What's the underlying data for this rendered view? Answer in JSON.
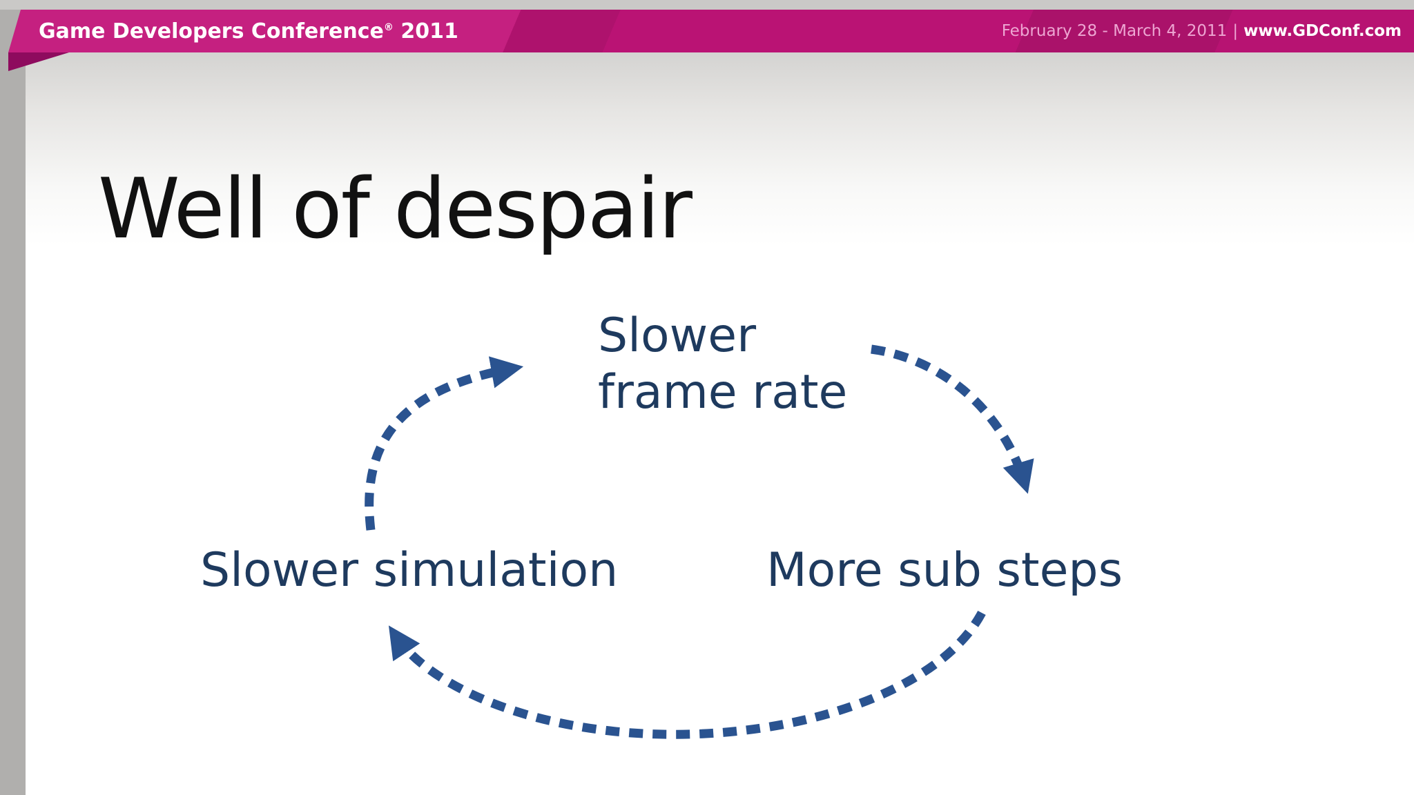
{
  "header": {
    "brand_name": "Game Developers Conference",
    "brand_reg": "®",
    "brand_year": " 2011",
    "date_range": "February 28 - March 4, 2011",
    "separator": "|",
    "website": "www.GDConf.com"
  },
  "slide": {
    "title": "Well of despair"
  },
  "diagram": {
    "type": "cycle",
    "nodes": [
      {
        "id": "slower-frame-rate",
        "label": "Slower frame rate",
        "text": "Slower\nframe rate",
        "position": "top-center"
      },
      {
        "id": "more-sub-steps",
        "label": "More sub steps",
        "text": "More sub steps",
        "position": "bottom-right"
      },
      {
        "id": "slower-simulation",
        "label": "Slower simulation",
        "text": "Slower simulation",
        "position": "bottom-left"
      }
    ],
    "edges": [
      {
        "from": "slower-simulation",
        "to": "slower-frame-rate",
        "style": "dashed-curved-arrow"
      },
      {
        "from": "slower-frame-rate",
        "to": "more-sub-steps",
        "style": "dashed-curved-arrow"
      },
      {
        "from": "more-sub-steps",
        "to": "slower-simulation",
        "style": "dashed-curved-arrow"
      }
    ]
  },
  "colors": {
    "banner_magenta": "#c21479",
    "banner_fold": "#8e0b5e",
    "banner_date_text": "#eda6d2",
    "arrow_blue": "#2a5390",
    "node_text": "#1e3a5e",
    "title_text": "#111111",
    "left_strip_gray": "#b0afad",
    "top_strip_gray": "#cac9c7"
  }
}
